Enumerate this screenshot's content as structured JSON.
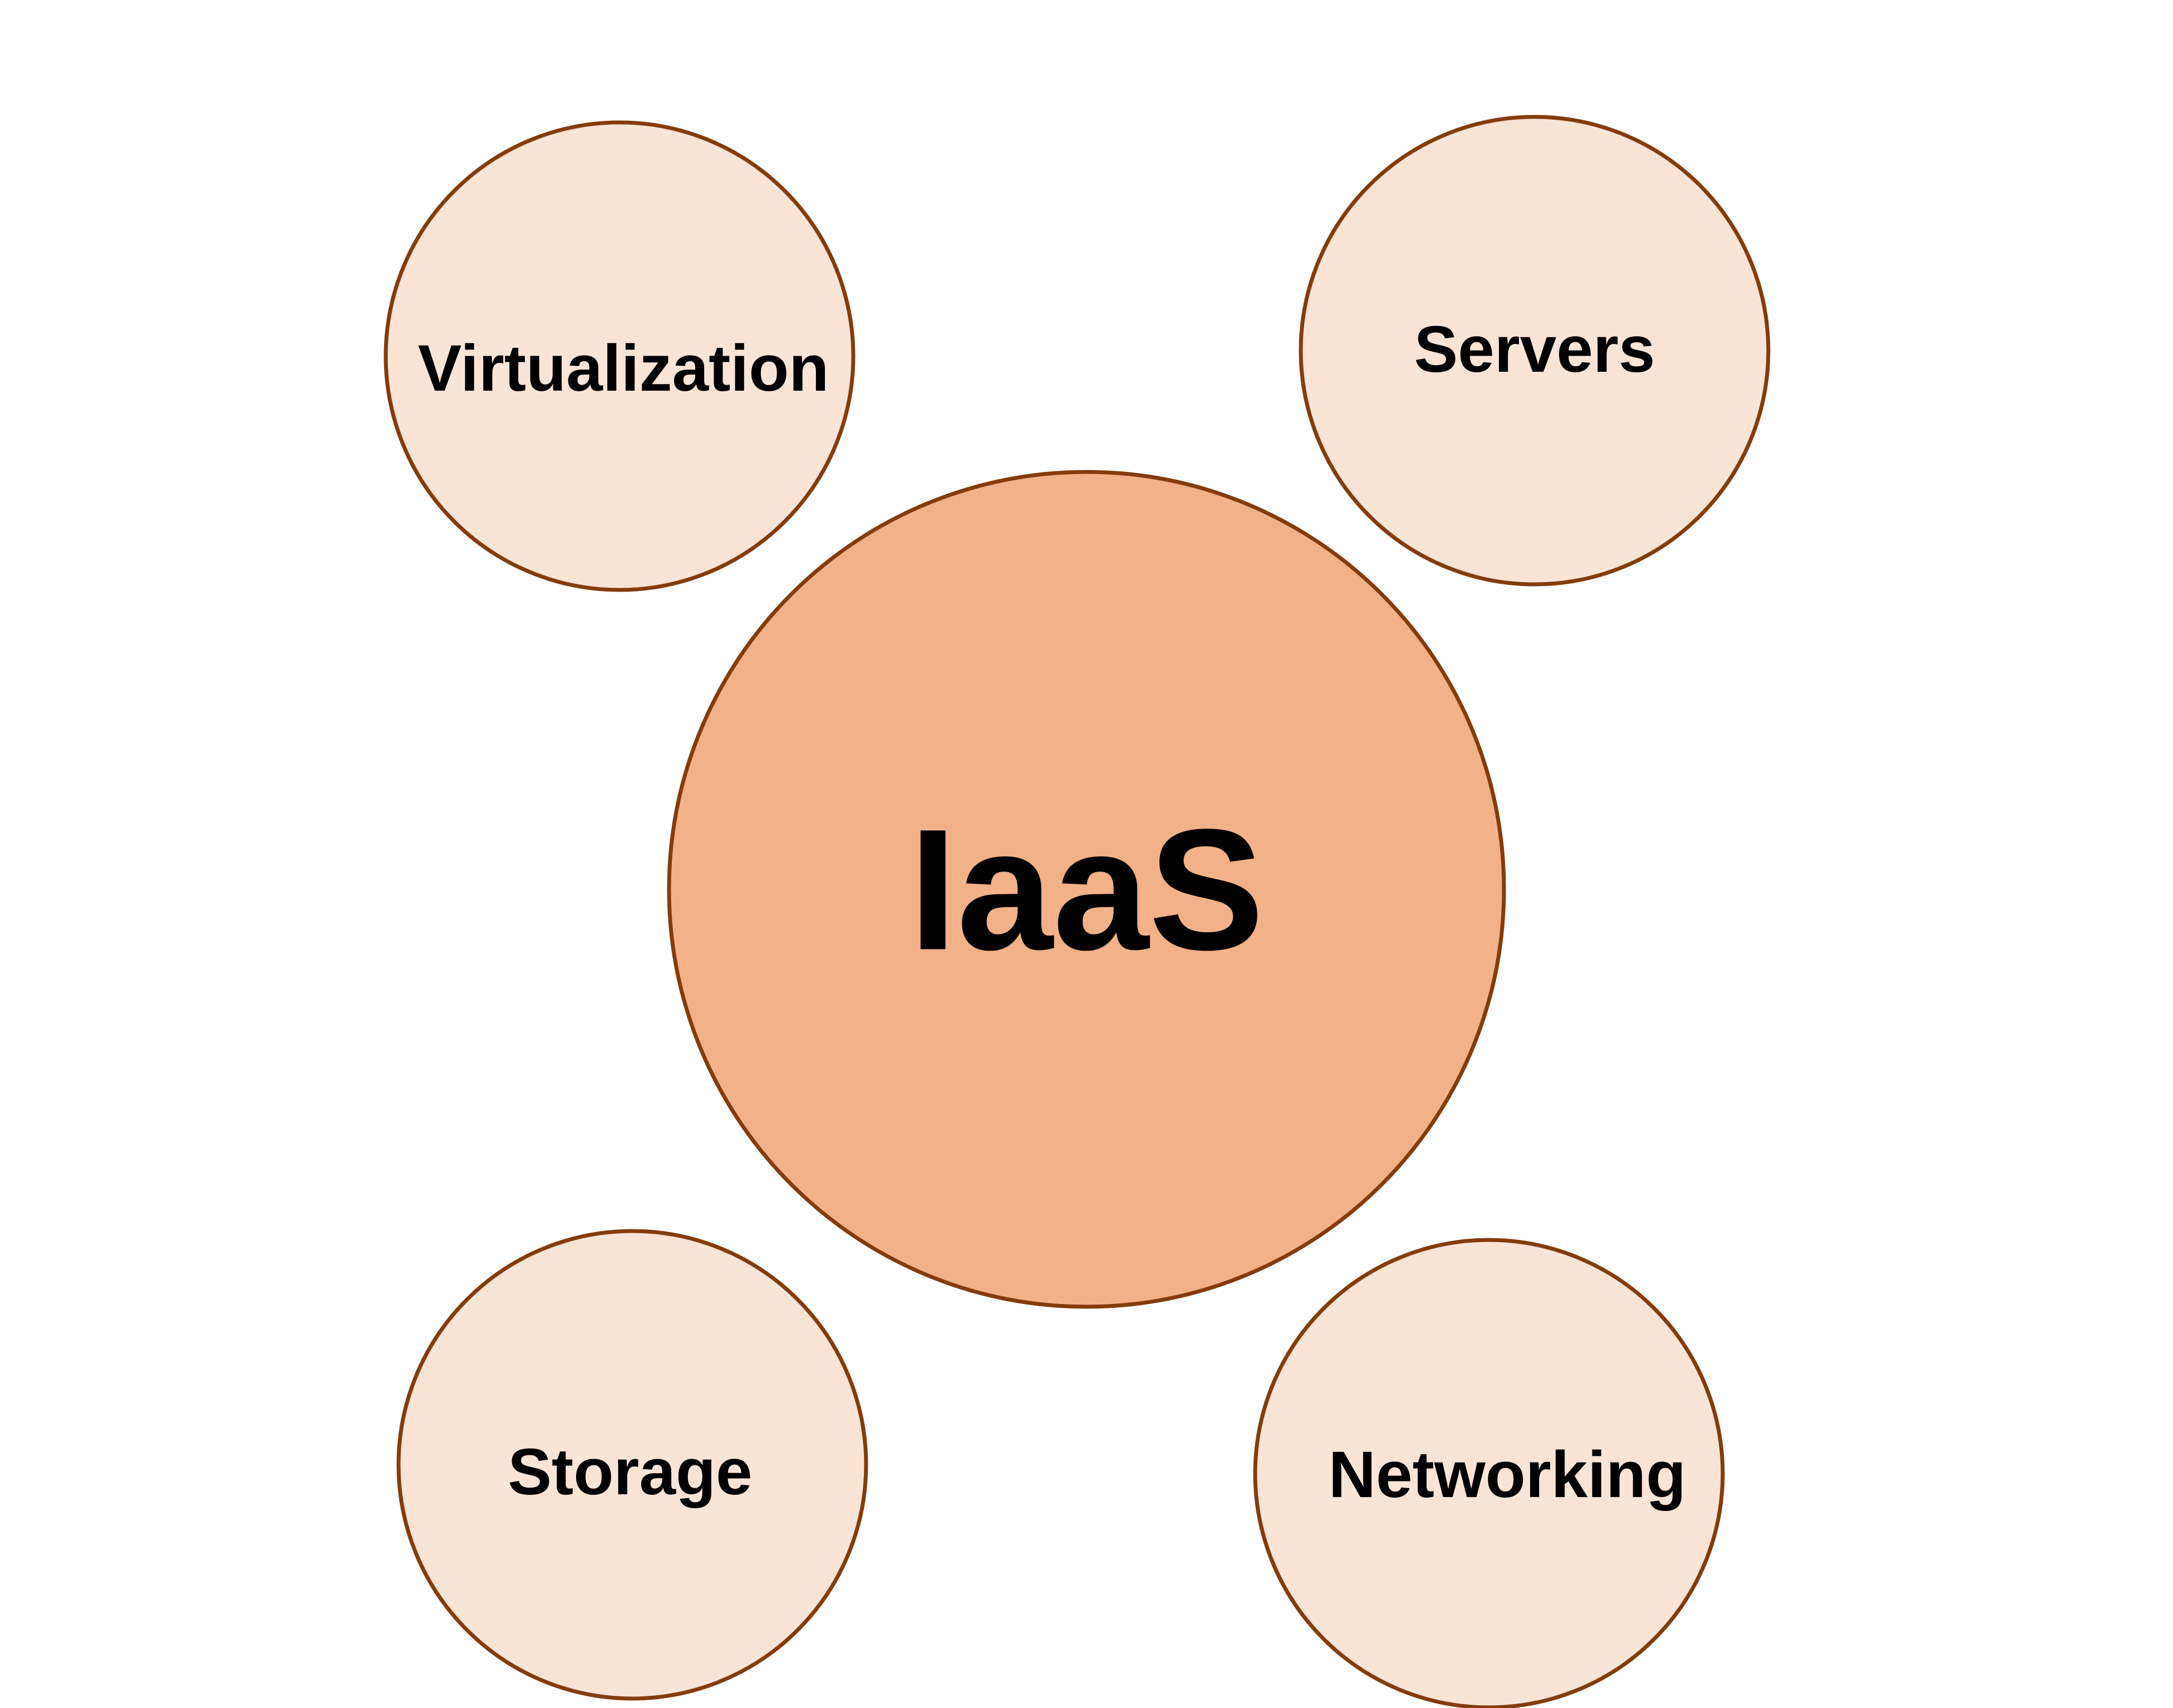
{
  "diagram": {
    "center": {
      "label": "IaaS"
    },
    "nodes": [
      {
        "id": "virtualization",
        "label": "Virtualization"
      },
      {
        "id": "servers",
        "label": "Servers"
      },
      {
        "id": "storage",
        "label": "Storage"
      },
      {
        "id": "networking",
        "label": "Networking"
      }
    ]
  },
  "colors": {
    "center_fill": "#F3B187",
    "node_fill": "#FAE4D6",
    "stroke": "#843C0C",
    "text": "#000000",
    "background": "#FFFFFF"
  }
}
